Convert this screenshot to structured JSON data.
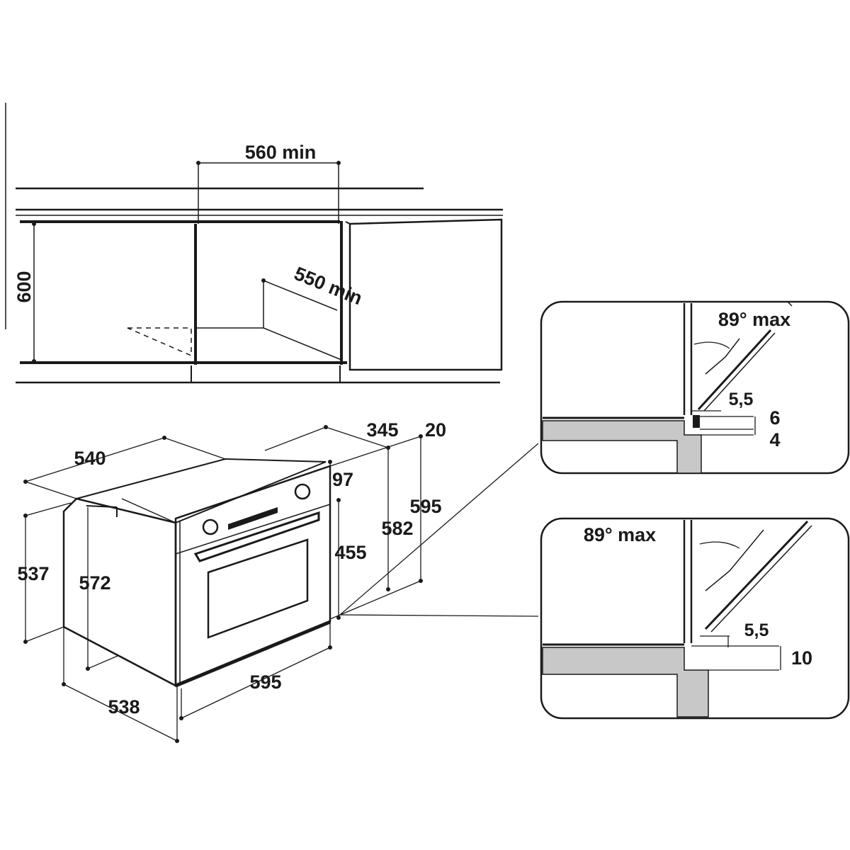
{
  "cabinet_dims": {
    "width_min": "560 min",
    "height": "600",
    "depth_min": "550 min"
  },
  "oven_dims": {
    "top_depth": "540",
    "right_depth": "345",
    "right_offset": "20",
    "panel_height": "97",
    "side_height_right": "595",
    "side_height_mid": "582",
    "door_height": "455",
    "left_height_outer": "537",
    "left_height_inner": "572",
    "bottom_width": "595",
    "bottom_depth": "538"
  },
  "detail_top": {
    "angle": "89° max",
    "gap": "5,5",
    "offset_a": "6",
    "offset_b": "4"
  },
  "detail_bottom": {
    "angle": "89° max",
    "gap": "5,5",
    "offset": "10"
  },
  "colors": {
    "line": "#1a1a1a",
    "fill_wall": "#c8c8c8",
    "background": "#ffffff"
  }
}
